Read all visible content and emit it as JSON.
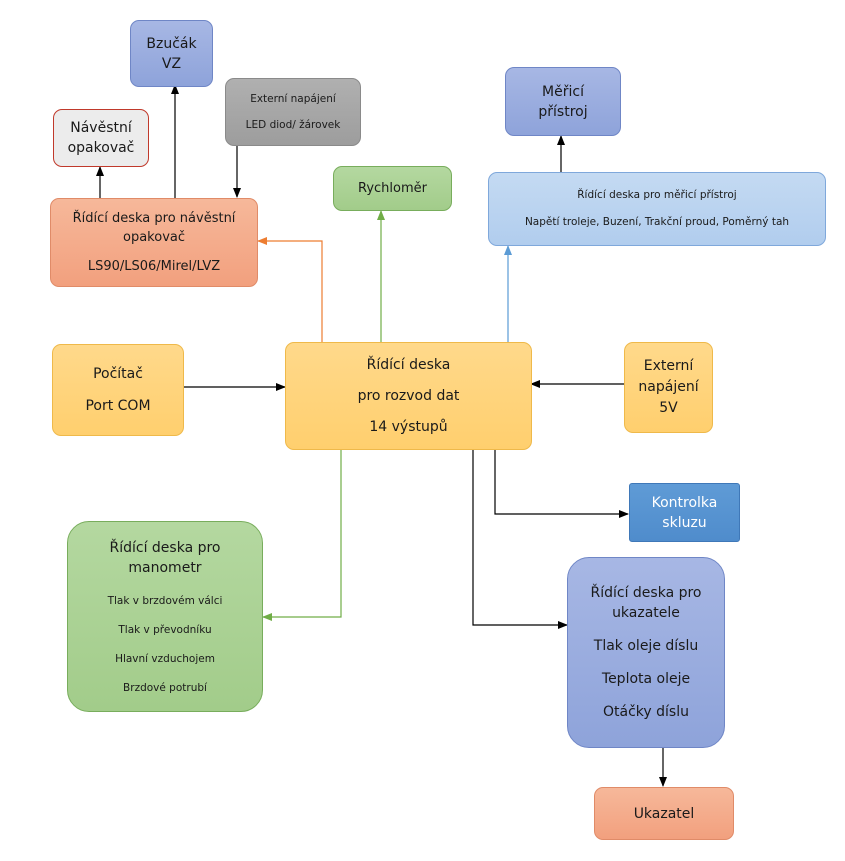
{
  "diagram": {
    "nodes": {
      "bzucak": [
        "Bzučák",
        "VZ"
      ],
      "externi_led": [
        "Externí napájení",
        "LED diod/ žárovek"
      ],
      "navestni_opakovac": [
        "Návěstní",
        "opakovač"
      ],
      "deska_navestni": [
        "Řídící deska pro návěstní",
        "opakovač",
        "LS90/LS06/Mirel/LVZ"
      ],
      "rychlomer": [
        "Rychloměr"
      ],
      "merici_pristroj": [
        "Měřicí",
        "přístroj"
      ],
      "deska_merici": [
        "Řídící deska pro měřicí přístroj",
        "Napětí troleje, Buzení, Trakční proud, Poměrný tah"
      ],
      "pocitac": [
        "Počítač",
        "Port COM"
      ],
      "deska_rozvod": [
        "Řídící deska",
        "pro rozvod dat",
        "14 výstupů"
      ],
      "externi_5v": [
        "Externí",
        "napájení",
        "5V"
      ],
      "kontrolka": [
        "Kontrolka",
        "skluzu"
      ],
      "deska_manometr": [
        "Řídící deska pro",
        "manometr",
        "Tlak v brzdovém válci",
        "Tlak v převodníku",
        "Hlavní vzduchojem",
        "Brzdové potrubí"
      ],
      "deska_ukazatele": [
        "Řídící deska pro",
        "ukazatele",
        "Tlak oleje díslu",
        "Teplota oleje",
        "Otáčky díslu"
      ],
      "ukazatel": [
        "Ukazatel"
      ]
    },
    "colors": {
      "blue": "#8ea3da",
      "grey": "#9d9d9d",
      "salmon": "#f2a07e",
      "light_grey": "#ececec",
      "green": "#a2cc8a",
      "light_blue": "#b1cdee",
      "yellow": "#ffcf6e",
      "steel_blue": "#4f8ccc",
      "arrow_black": "#000000",
      "arrow_orange": "#ed7d31",
      "arrow_green": "#70ad47",
      "arrow_blue": "#5b9bd5"
    }
  }
}
